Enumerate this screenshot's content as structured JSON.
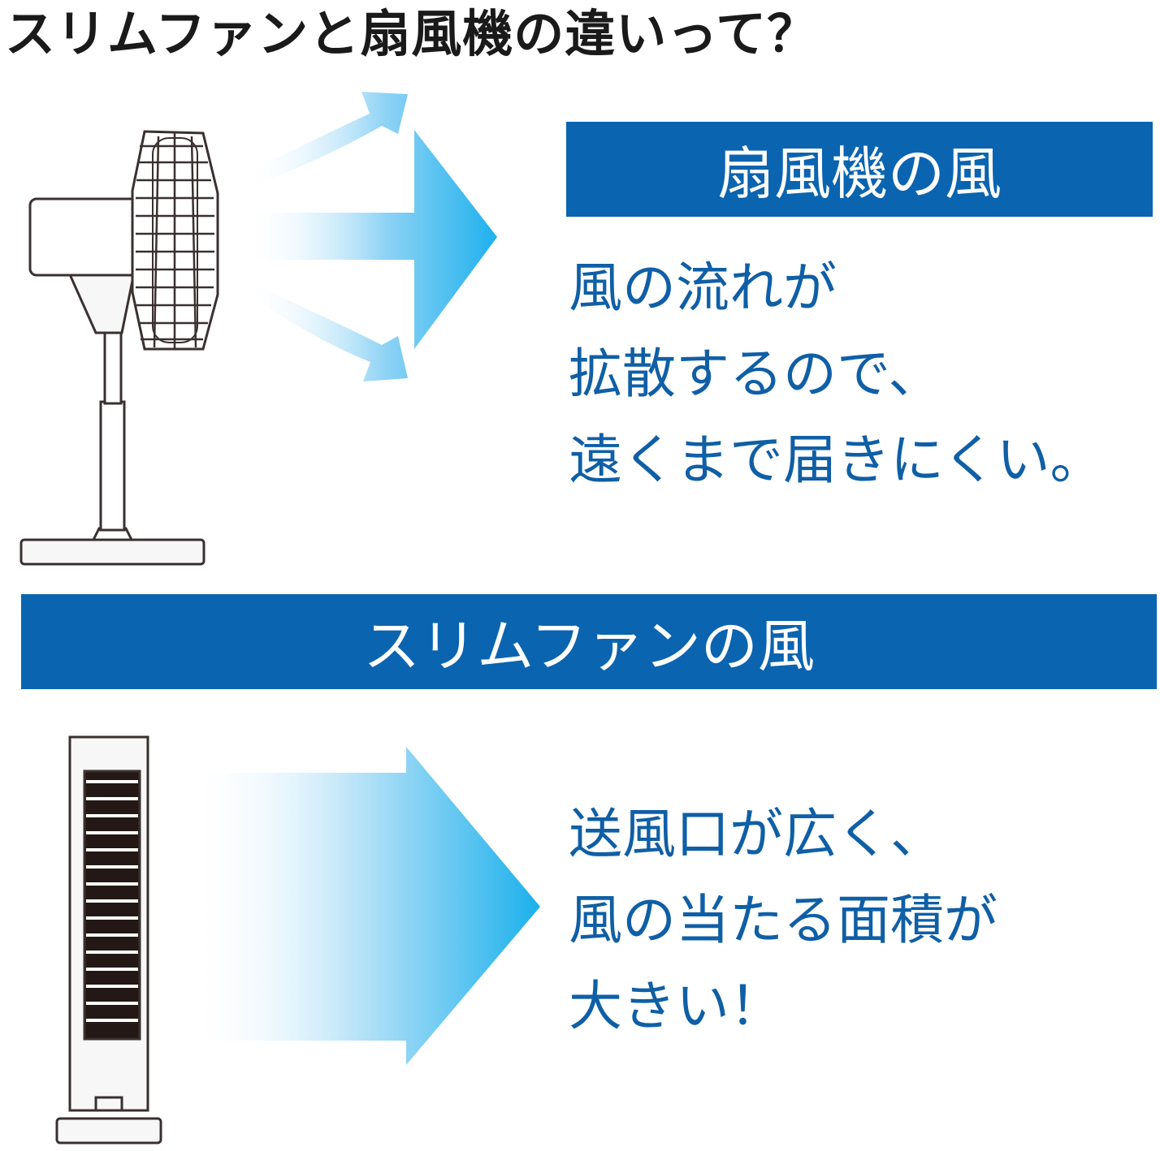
{
  "title": "スリムファンと扇風機の違いって？",
  "fan": {
    "band_label": "扇風機の風",
    "desc_lines": [
      "風の流れが",
      "拡散するので、",
      "遠くまで届きにくい。"
    ]
  },
  "slim": {
    "band_label": "スリムファンの風",
    "desc_lines": [
      "送風口が広く、",
      "風の当たる面積が",
      "大きい！"
    ]
  },
  "colors": {
    "band": "#0a64b0",
    "text_blue": "#0f5fa6",
    "arrow": "#1cb0ec",
    "title": "#1a1a1a"
  },
  "icons": [
    "fan-icon",
    "tower-fan-icon",
    "diverging-arrows-icon",
    "straight-arrow-icon"
  ]
}
